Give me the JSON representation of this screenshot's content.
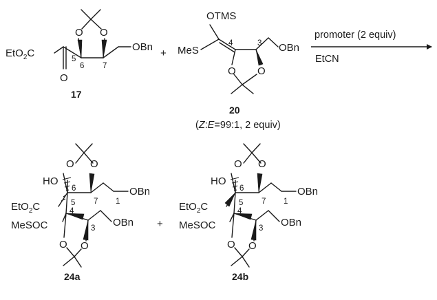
{
  "compounds": {
    "c17": {
      "label": "17",
      "ester": "EtO2C",
      "ketone_o": "O",
      "benzyl_ether": "OBn",
      "ring_o_left": "O",
      "ring_o_right": "O",
      "num5": "5",
      "num6": "6",
      "num7": "7"
    },
    "c20": {
      "label": "20",
      "silyl": "OTMS",
      "thio": "MeS",
      "benzyl_ether": "OBn",
      "ring_o_left": "O",
      "ring_o_right": "O",
      "num3": "3",
      "num4": "4",
      "note_open": "(",
      "note_z": "Z",
      "note_colon": ":",
      "note_e": "E",
      "note_rest": "=99:1, 2 equiv)"
    },
    "c24a": {
      "label": "24a",
      "hydroxy": "HO",
      "ester": "EtO2C",
      "thioester": "MeSOC",
      "bn_top": "OBn",
      "bn_bottom": "OBn",
      "o": "O",
      "n1": "1",
      "n3": "3",
      "n4": "4",
      "n5": "5",
      "n6": "6",
      "n7": "7"
    },
    "c24b": {
      "label": "24b",
      "hydroxy": "HO",
      "ester": "EtO2C",
      "thioester": "MeSOC",
      "bn_top": "OBn",
      "bn_bottom": "OBn",
      "o": "O",
      "n1": "1",
      "n3": "3",
      "n4": "4",
      "n5": "5",
      "n6": "6",
      "n7": "7"
    }
  },
  "operators": {
    "plus_top": "+",
    "plus_bottom": "+"
  },
  "conditions": {
    "above": "promoter (2 equiv)",
    "below": "EtCN"
  }
}
